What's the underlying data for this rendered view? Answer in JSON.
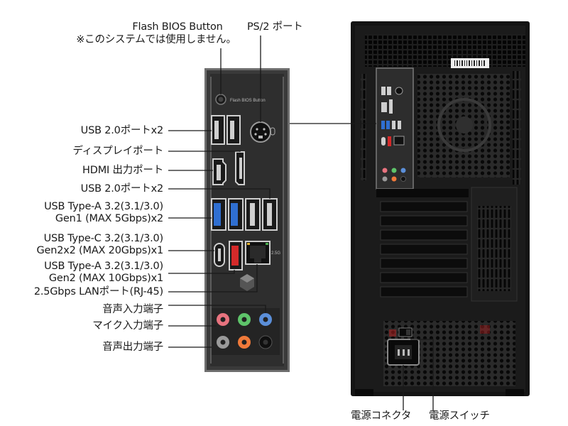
{
  "labels": {
    "flash_bios_line1": "Flash BIOS Button",
    "flash_bios_line2": "※このシステムでは使用しません。",
    "ps2": "PS/2 ポート",
    "usb20_top": "USB 2.0ポートx2",
    "displayport": "ディスプレイポート",
    "hdmi": "HDMI 出力ポート",
    "usb20_mid": "USB 2.0ポートx2",
    "usb32_gen1_line1": "USB Type-A 3.2(3.1/3.0)",
    "usb32_gen1_line2": "Gen1 (MAX 5Gbps)x2",
    "usbc_line1": "USB Type-C 3.2(3.1/3.0)",
    "usbc_line2": "Gen2x2 (MAX 20Gbps)x1",
    "usb32_gen2_line1": "USB Type-A 3.2(3.1/3.0)",
    "usb32_gen2_line2": "Gen2 (MAX 10Gbps)x1",
    "lan": "2.5Gbps LANポート(RJ-45)",
    "audio_in": "音声入力端子",
    "mic_in": "マイク入力端子",
    "audio_out": "音声出力端子",
    "power_connector": "電源コネクタ",
    "power_switch": "電源スイッチ"
  },
  "panel_print": {
    "flash_bios": "Flash BIOS Button",
    "lan_speed": "2.5G"
  },
  "colors": {
    "usb3_blue": "#2f6fd1",
    "usb_red": "#d42a2a",
    "audio_pink": "#e8737f",
    "audio_green": "#5ec46a",
    "audio_blue": "#5b8fd9",
    "audio_orange": "#f07a3a",
    "audio_black": "#1a1a1a",
    "audio_gray": "#9a9a9a"
  }
}
